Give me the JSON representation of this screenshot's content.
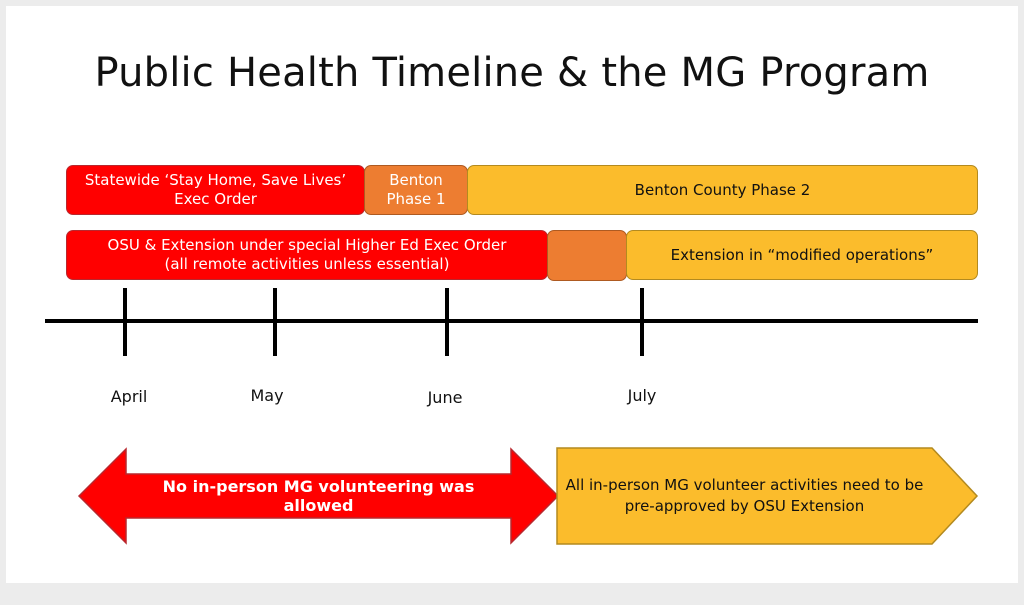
{
  "title": "Public Health Timeline & the MG Program",
  "bars_row1": [
    {
      "id": "stay-home",
      "lines": [
        "Statewide ‘Stay Home, Save Lives’",
        "Exec Order"
      ]
    },
    {
      "id": "benton-phase1",
      "lines": [
        "Benton",
        "Phase 1"
      ]
    },
    {
      "id": "benton-phase2",
      "lines": [
        "Benton County Phase 2"
      ]
    }
  ],
  "bars_row2": [
    {
      "id": "osu-exec-order",
      "lines": [
        "OSU & Extension under special Higher Ed Exec Order",
        "(all remote activities unless essential)"
      ]
    },
    {
      "id": "transition",
      "lines": []
    },
    {
      "id": "modified-ops",
      "lines": [
        "Extension in “modified operations”"
      ]
    }
  ],
  "months": [
    "April",
    "May",
    "June",
    "July"
  ],
  "arrows": {
    "no_volunteering": "No in-person MG volunteering was allowed",
    "approved_lines": [
      "All in-person MG volunteer activities need to be",
      "pre-approved by OSU Extension"
    ]
  },
  "colors": {
    "red": "#ff0000",
    "orange": "#ed7d31",
    "yellow": "#fbbc2c"
  }
}
